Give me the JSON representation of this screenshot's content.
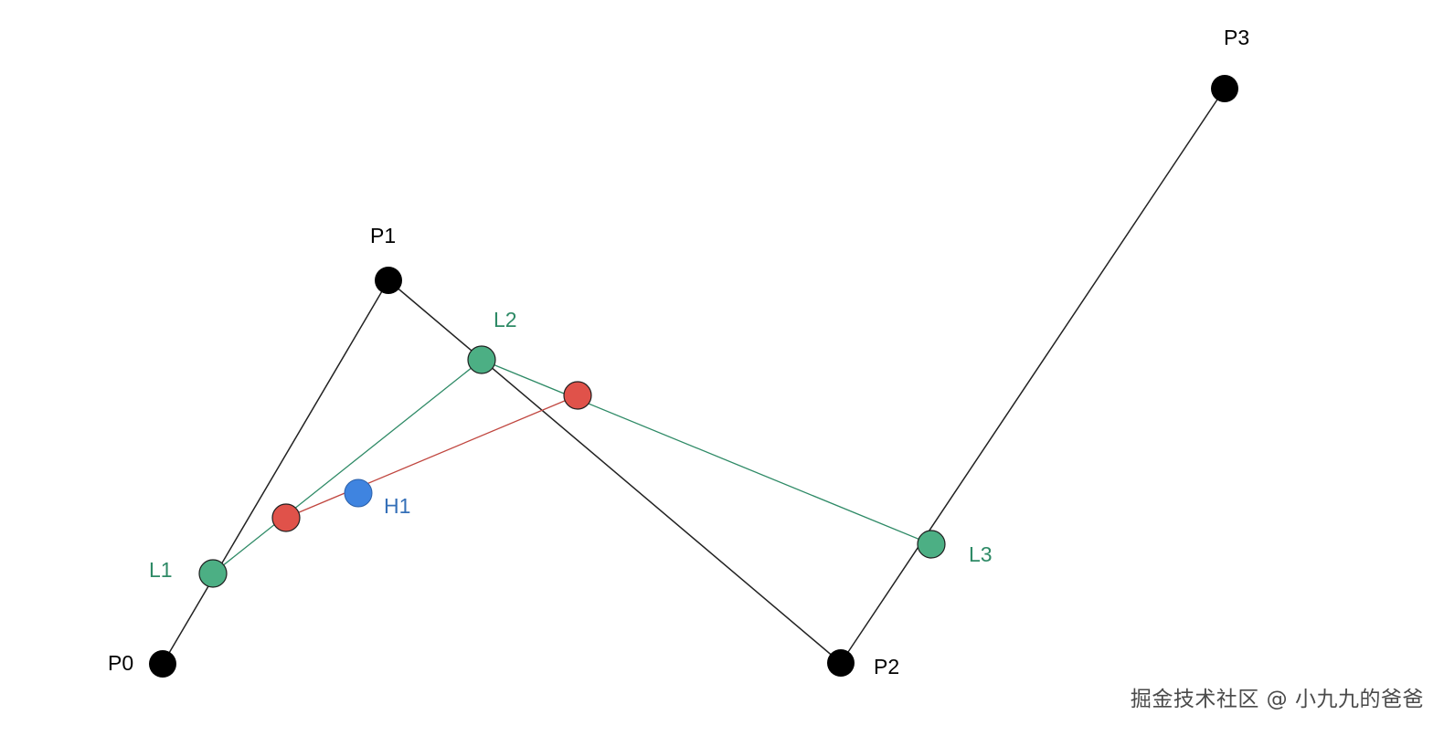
{
  "diagram": {
    "points": {
      "P0": {
        "label": "P0",
        "color": "#000000"
      },
      "P1": {
        "label": "P1",
        "color": "#000000"
      },
      "P2": {
        "label": "P2",
        "color": "#000000"
      },
      "P3": {
        "label": "P3",
        "color": "#000000"
      },
      "L1": {
        "label": "L1",
        "color": "#2e8a66",
        "fill": "#4caf84"
      },
      "L2": {
        "label": "L2",
        "color": "#2e8a66",
        "fill": "#4caf84"
      },
      "L3": {
        "label": "L3",
        "color": "#2e8a66",
        "fill": "#4caf84"
      },
      "R1": {
        "label": "",
        "fill": "#e0524a"
      },
      "R2": {
        "label": "",
        "fill": "#e0524a"
      },
      "H1": {
        "label": "H1",
        "color": "#3570b8",
        "fill": "#3f84e0"
      }
    },
    "colors": {
      "control_line": "#222222",
      "green_line": "#2e8a66",
      "red_line": "#c0463f"
    }
  },
  "watermark": {
    "text": "掘金技术社区 @ 小九九的爸爸"
  }
}
